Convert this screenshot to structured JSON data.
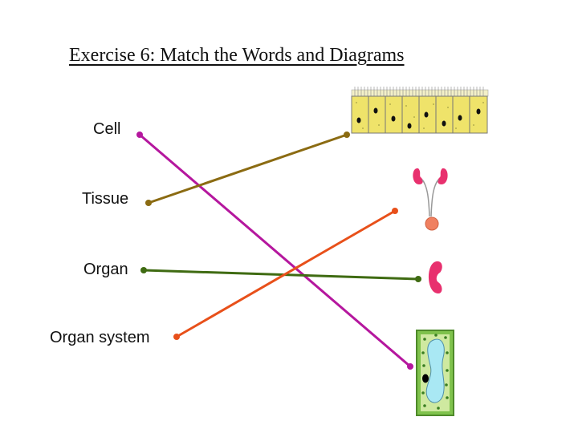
{
  "title": "Exercise 6: Match the Words and Diagrams",
  "terms": [
    "Cell",
    "Tissue",
    "Organ",
    "Organ system"
  ],
  "diagrams": [
    "epithelial-tissue-icon",
    "urinary-system-icon",
    "kidney-icon",
    "plant-cell-icon"
  ],
  "line_colors": {
    "cell": "#b5179e",
    "tissue": "#8b6b12",
    "organ": "#3f6b12",
    "organ_system": "#e8501a"
  },
  "matches": [
    {
      "term": "Cell",
      "diagram": "plant-cell-icon"
    },
    {
      "term": "Tissue",
      "diagram": "epithelial-tissue-icon"
    },
    {
      "term": "Organ",
      "diagram": "kidney-icon"
    },
    {
      "term": "Organ system",
      "diagram": "urinary-system-icon"
    }
  ]
}
